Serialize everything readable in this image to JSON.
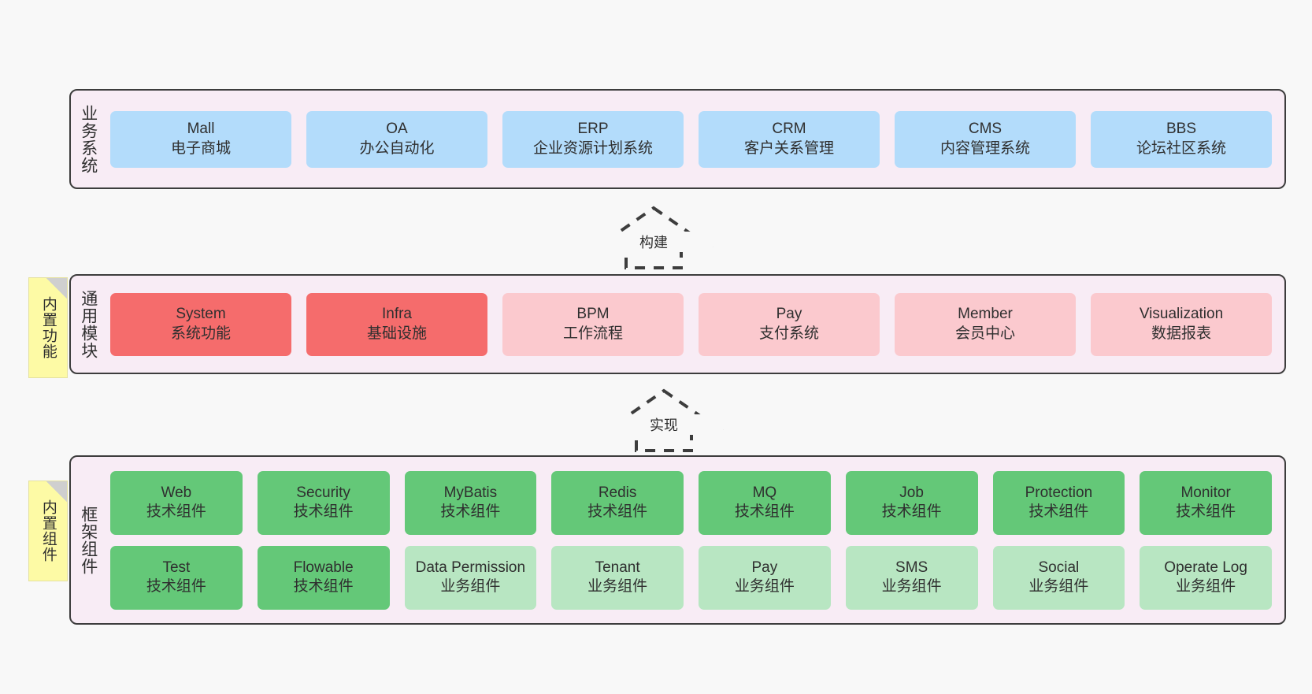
{
  "diagram": {
    "background": "#f8f8f8",
    "panel_bg": "#f8ecf5",
    "layers": [
      {
        "id": "business",
        "title": "业务系统",
        "color": "#b3dcfb",
        "rows": [
          [
            {
              "name": "Mall",
              "sub": "电子商城",
              "tone": "blue"
            },
            {
              "name": "OA",
              "sub": "办公自动化",
              "tone": "blue"
            },
            {
              "name": "ERP",
              "sub": "企业资源计划系统",
              "tone": "blue"
            },
            {
              "name": "CRM",
              "sub": "客户关系管理",
              "tone": "blue"
            },
            {
              "name": "CMS",
              "sub": "内容管理系统",
              "tone": "blue"
            },
            {
              "name": "BBS",
              "sub": "论坛社区系统",
              "tone": "blue"
            }
          ]
        ]
      },
      {
        "id": "modules",
        "title": "通用模块",
        "color": "#f56c6c",
        "rows": [
          [
            {
              "name": "System",
              "sub": "系统功能",
              "tone": "red"
            },
            {
              "name": "Infra",
              "sub": "基础设施",
              "tone": "red"
            },
            {
              "name": "BPM",
              "sub": "工作流程",
              "tone": "pink"
            },
            {
              "name": "Pay",
              "sub": "支付系统",
              "tone": "pink"
            },
            {
              "name": "Member",
              "sub": "会员中心",
              "tone": "pink"
            },
            {
              "name": "Visualization",
              "sub": "数据报表",
              "tone": "pink"
            }
          ]
        ]
      },
      {
        "id": "framework",
        "title": "框架组件",
        "color": "#64c878",
        "rows": [
          [
            {
              "name": "Web",
              "sub": "技术组件",
              "tone": "green"
            },
            {
              "name": "Security",
              "sub": "技术组件",
              "tone": "green"
            },
            {
              "name": "MyBatis",
              "sub": "技术组件",
              "tone": "green"
            },
            {
              "name": "Redis",
              "sub": "技术组件",
              "tone": "green"
            },
            {
              "name": "MQ",
              "sub": "技术组件",
              "tone": "green"
            },
            {
              "name": "Job",
              "sub": "技术组件",
              "tone": "green"
            },
            {
              "name": "Protection",
              "sub": "技术组件",
              "tone": "green"
            },
            {
              "name": "Monitor",
              "sub": "技术组件",
              "tone": "green"
            }
          ],
          [
            {
              "name": "Test",
              "sub": "技术组件",
              "tone": "green"
            },
            {
              "name": "Flowable",
              "sub": "技术组件",
              "tone": "green"
            },
            {
              "name": "Data Permission",
              "sub": "业务组件",
              "tone": "lightgreen"
            },
            {
              "name": "Tenant",
              "sub": "业务组件",
              "tone": "lightgreen"
            },
            {
              "name": "Pay",
              "sub": "业务组件",
              "tone": "lightgreen"
            },
            {
              "name": "SMS",
              "sub": "业务组件",
              "tone": "lightgreen"
            },
            {
              "name": "Social",
              "sub": "业务组件",
              "tone": "lightgreen"
            },
            {
              "name": "Operate Log",
              "sub": "业务组件",
              "tone": "lightgreen"
            }
          ]
        ]
      }
    ],
    "notes": [
      {
        "id": "builtin-features",
        "label": "内置功能",
        "color": "#fdfaa5"
      },
      {
        "id": "builtin-components",
        "label": "内置组件",
        "color": "#fdfaa5"
      }
    ],
    "arrows": [
      {
        "id": "build",
        "label": "构建",
        "style": "dashed-hollow-up"
      },
      {
        "id": "implement",
        "label": "实现",
        "style": "dashed-hollow-up"
      }
    ]
  }
}
